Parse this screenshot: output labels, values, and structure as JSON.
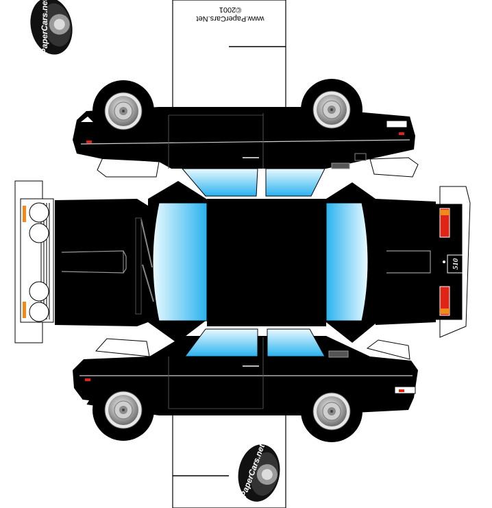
{
  "sheet": {
    "site_line": "www.PaperCars.Net",
    "copyright_line": "©2001",
    "logo_text": "PaperCars.net",
    "model_badge": "510"
  },
  "colors": {
    "body": "#000000",
    "glass_light": "#e6f8ff",
    "glass_dark": "#29b4f0",
    "chrome": "#b9b9b9",
    "amber": "#f08a1c",
    "tail_red": "#e02418",
    "paper": "#ffffff"
  },
  "icons": [
    "tire-logo-icon",
    "wheel-icon"
  ]
}
